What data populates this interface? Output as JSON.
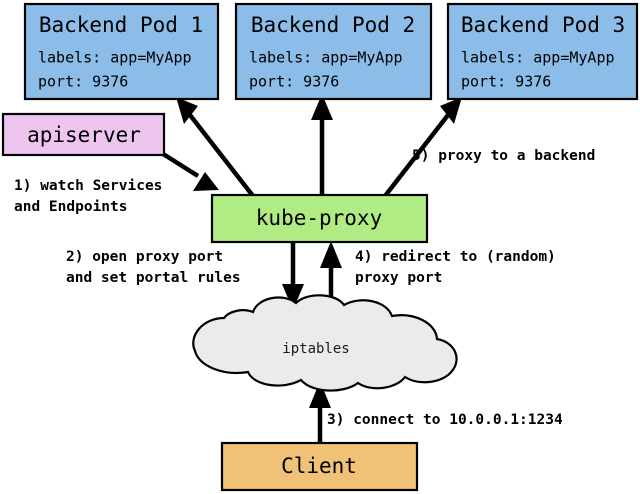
{
  "diagram": {
    "title": "kube-proxy service proxying flow",
    "colors": {
      "pod_fill": "#8cbde8",
      "apiserver_fill": "#eec5ee",
      "kubeproxy_fill": "#b0eb83",
      "client_fill": "#efc277",
      "cloud_fill": "#ebebeb",
      "stroke": "#000000",
      "background": "#ffffff"
    },
    "pods": [
      {
        "title": "Backend Pod 1",
        "labels_line": "labels: app=MyApp",
        "port_line": "port: 9376"
      },
      {
        "title": "Backend Pod 2",
        "labels_line": "labels: app=MyApp",
        "port_line": "port: 9376"
      },
      {
        "title": "Backend Pod 3",
        "labels_line": "labels: app=MyApp",
        "port_line": "port: 9376"
      }
    ],
    "nodes": {
      "apiserver": "apiserver",
      "kube_proxy": "kube-proxy",
      "iptables": "iptables",
      "client": "Client"
    },
    "steps": [
      {
        "id": "step-1",
        "text": "1) watch Services\nand Endpoints"
      },
      {
        "id": "step-2",
        "text": "2) open proxy port\nand set portal rules"
      },
      {
        "id": "step-3",
        "text": "3) connect to 10.0.0.1:1234"
      },
      {
        "id": "step-4",
        "text": "4) redirect to (random)\nproxy port"
      },
      {
        "id": "step-5",
        "text": "5) proxy to a backend"
      }
    ]
  }
}
